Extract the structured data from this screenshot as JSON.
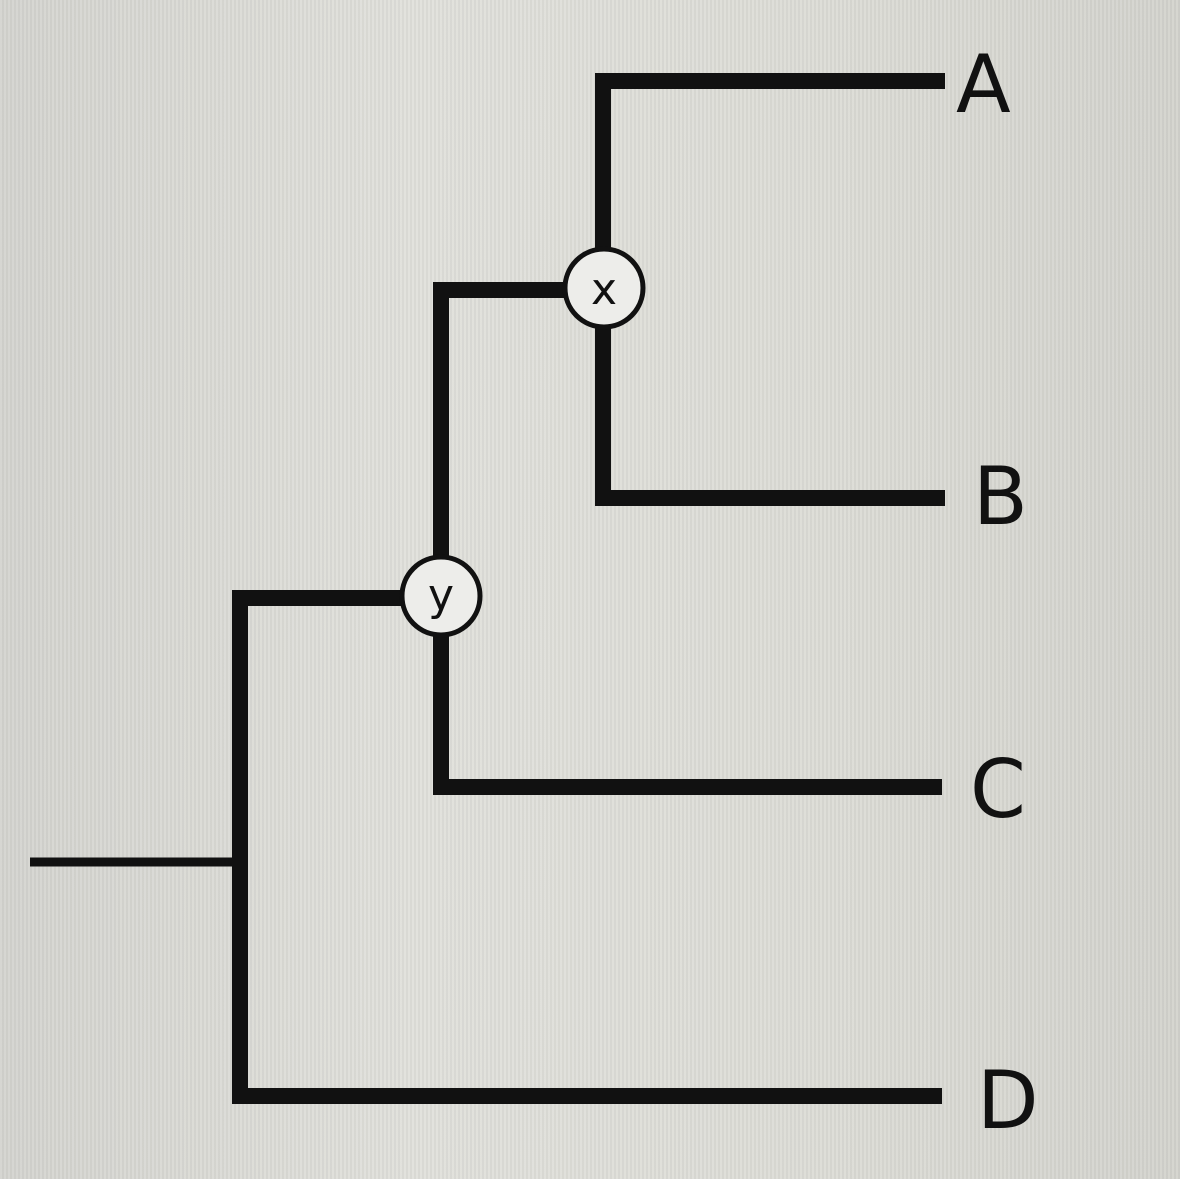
{
  "diagram": {
    "type": "phylogenetic-tree",
    "leaves": {
      "a": "A",
      "b": "B",
      "c": "C",
      "d": "D"
    },
    "nodes": {
      "x": "x",
      "y": "y"
    },
    "colors": {
      "line": "#111111",
      "node_fill": "#ededea",
      "background": "#dcdcd6"
    }
  }
}
